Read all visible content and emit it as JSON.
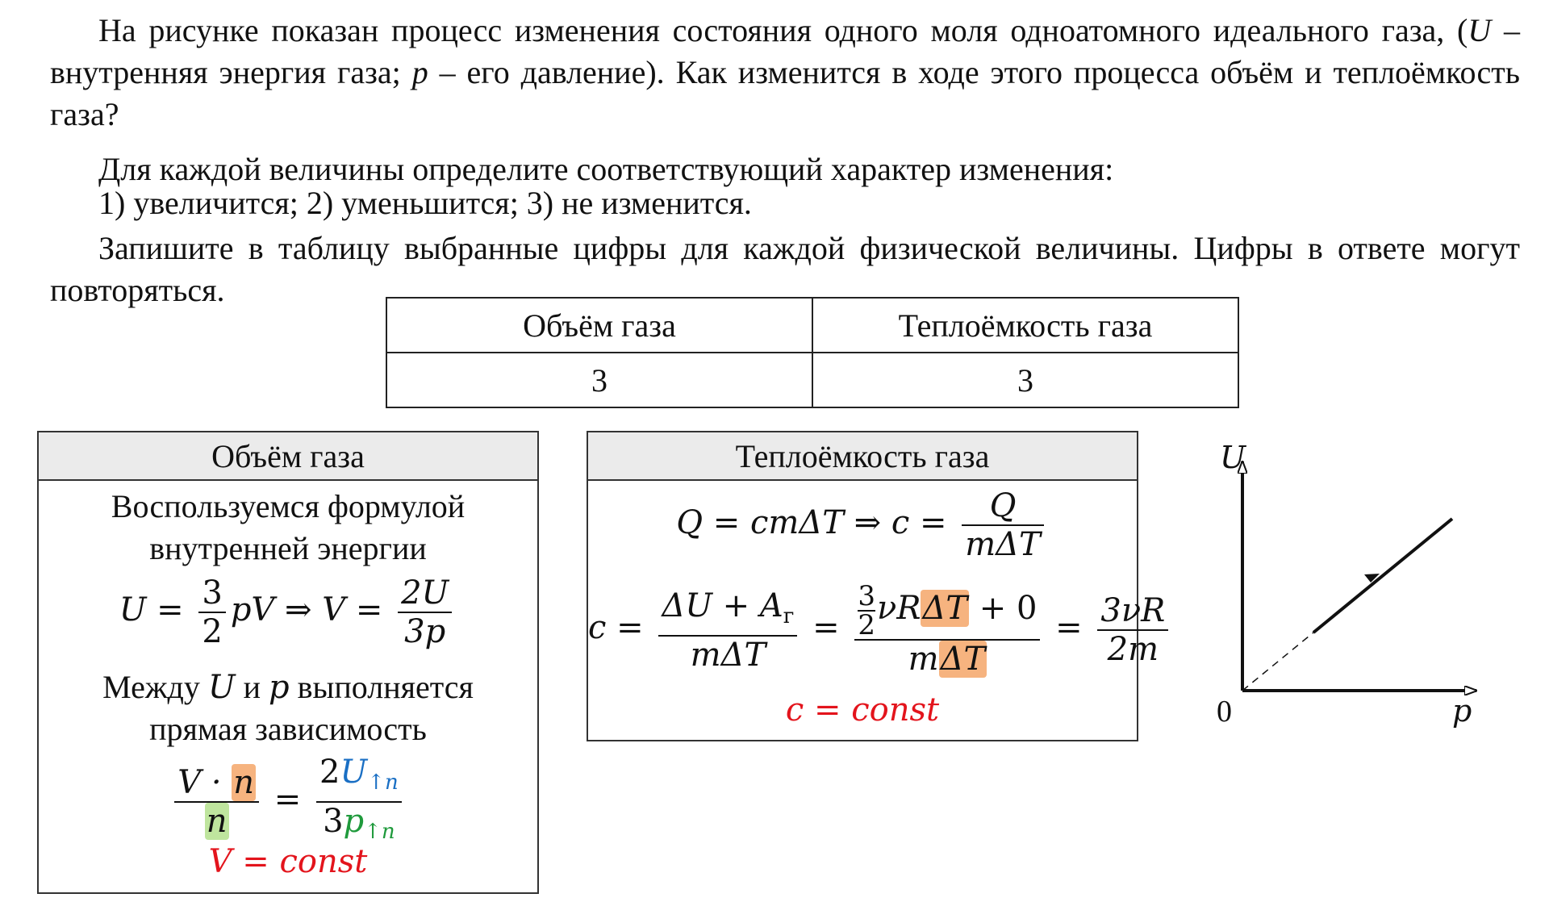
{
  "problem": {
    "p1_a": "На рисунке показан процесс изменения состояния одного моля одноатомного идеального газа, (",
    "p1_U": "U",
    "p1_b": " – внутренняя энергия газа; ",
    "p1_p": "p",
    "p1_c": " – его давление). Как изменится в ходе этого процесса объём и теплоёмкость газа?",
    "p2": "Для каждой величины определите соответствующий характер изменения:",
    "p3": "1) увеличится; 2) уменьшится; 3) не изменится.",
    "p4": "Запишите в таблицу выбранные цифры для каждой физической величины. Цифры в ответе могут повторяться."
  },
  "answer_table": {
    "headers": [
      "Объём газа",
      "Теплоёмкость газа"
    ],
    "values": [
      "3",
      "3"
    ]
  },
  "volume_box": {
    "title": "Объём газа",
    "line1": "Воспользуемся формулой",
    "line2": "внутренней энергии",
    "formula1": {
      "lhs": "U =",
      "frac1_num": "3",
      "frac1_den": "2",
      "mid": "pV  ⇒  V =",
      "frac2_num": "2U",
      "frac2_den": "3p"
    },
    "line3_a": "Между ",
    "line3_U": "U",
    "line3_b": " и ",
    "line3_p": "p",
    "line3_c": " выполняется",
    "line4": "прямая зависимость",
    "formula2": {
      "num_a": "V · ",
      "num_n": "n",
      "den_n": "n",
      "eq": "=",
      "rnum_2": "2",
      "rnum_U": "U",
      "rnum_sub": "↑n",
      "rden_3": "3",
      "rden_p": "p",
      "rden_sub": "↑n"
    },
    "result": "V = const"
  },
  "capacity_box": {
    "title": "Теплоёмкость газа",
    "formula1": {
      "lhs": "Q = cmΔT  ⇒  c =",
      "num": "Q",
      "den": "mΔT"
    },
    "formula2": {
      "c_eq": "c =",
      "f1_num_a": "ΔU + A",
      "f1_num_sub": "г",
      "f1_den": "mΔT",
      "eq2": "=",
      "f2_num_fnum": "3",
      "f2_num_fden": "2",
      "f2_num_a": "νR",
      "f2_num_dt": "ΔT",
      "f2_num_b": " + 0",
      "f2_den_m": "m",
      "f2_den_dt": "ΔT",
      "eq3": "=",
      "f3_num": "3νR",
      "f3_den": "2m"
    },
    "result": "c = const"
  },
  "graph": {
    "y_label": "U",
    "x_label": "p",
    "origin_label": "0"
  },
  "colors": {
    "red": "#e3141c",
    "blue": "#1a6fc4",
    "green": "#1f9a3c",
    "highlight_orange": "#f6b37f",
    "highlight_green": "#bfe59e",
    "header_gray": "#ebebeb"
  }
}
